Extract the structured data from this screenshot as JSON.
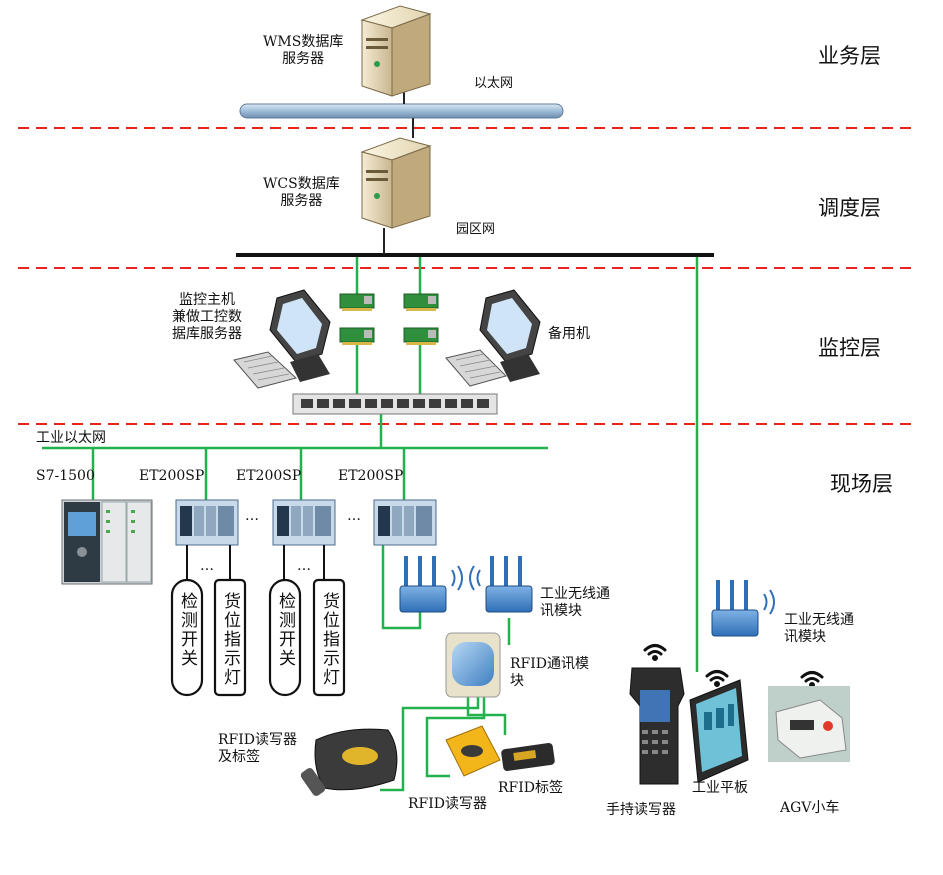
{
  "layers": {
    "business": "业务层",
    "dispatch": "调度层",
    "monitor": "监控层",
    "field": "现场层"
  },
  "networks": {
    "ethernet": "以太网",
    "campus": "园区网",
    "industrial": "工业以太网"
  },
  "servers": {
    "wms": "WMS数据库\n服务器",
    "wcs": "WCS数据库\n服务器"
  },
  "monitor": {
    "host": "监控主机\n兼做工控数\n据库服务器",
    "backup": "备用机"
  },
  "field": {
    "plc": "S7-1500",
    "io1": "ET200SP",
    "io2": "ET200SP",
    "io3": "ET200SP",
    "ellipsis": "…",
    "detect_switch": "检测开关",
    "slot_light": "货位指示灯",
    "wireless_module": "工业无线通\n讯模块",
    "wireless_module_right": "工业无线通\n讯模块",
    "rfid_comm": "RFID通讯模\n块",
    "rfid_reader_tag": "RFID读写器\n及标签",
    "rfid_reader": "RFID读写器",
    "rfid_tag": "RFID标签",
    "handheld": "手持读写器",
    "tablet": "工业平板",
    "agv": "AGV小车"
  },
  "colors": {
    "separator": "#e8231b",
    "green_link": "#23b14d",
    "bus_blue": "#b9d3e8"
  }
}
